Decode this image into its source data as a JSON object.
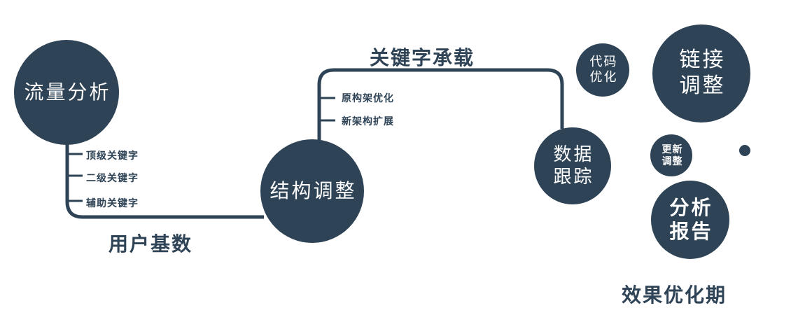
{
  "colors": {
    "primary": "#2e4356",
    "text_on_circle": "#ffffff",
    "background": "#ffffff"
  },
  "nodes": {
    "traffic_analysis": {
      "label": "流量分析"
    },
    "structure_adjustment": {
      "label": "结构调整"
    },
    "data_tracking": {
      "line1": "数据",
      "line2": "跟踪"
    },
    "code_optimization": {
      "line1": "代码",
      "line2": "优化"
    },
    "link_adjustment": {
      "line1": "链接",
      "line2": "调整"
    },
    "update_adjustment": {
      "line1": "更新",
      "line2": "调整"
    },
    "analysis_report": {
      "line1": "分析",
      "line2": "报告"
    }
  },
  "edge_labels": {
    "user_base": "用户基数",
    "keyword_bearing": "关键字承载"
  },
  "branch_labels": {
    "traffic": [
      "顶级关键字",
      "二级关键字",
      "辅助关键字"
    ],
    "structure": [
      "原构架优化",
      "新架构扩展"
    ]
  },
  "footer": {
    "effect_optimization_period": "效果优化期"
  }
}
